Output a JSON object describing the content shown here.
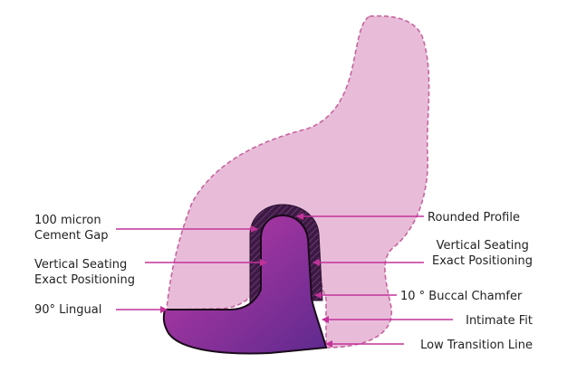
{
  "colors": {
    "tooth": "#e8bcd8",
    "tooth_outline": "#c7649f",
    "crown_start": "#c23aa8",
    "crown_end": "#5e2a8e",
    "cement": "#3c1a44",
    "arrow": "#c2339a",
    "text": "#222222"
  },
  "labels": {
    "cement_gap": [
      "100 micron",
      "Cement Gap"
    ],
    "vertical_left": [
      "Vertical Seating",
      "Exact Positioning"
    ],
    "lingual": "90° Lingual",
    "rounded_profile": "Rounded Profile",
    "vertical_right": [
      "Vertical Seating",
      "Exact Positioning"
    ],
    "buccal_chamfer": "10 ° Buccal Chamfer",
    "intimate_fit": "Intimate Fit",
    "low_transition": "Low Transition Line"
  }
}
